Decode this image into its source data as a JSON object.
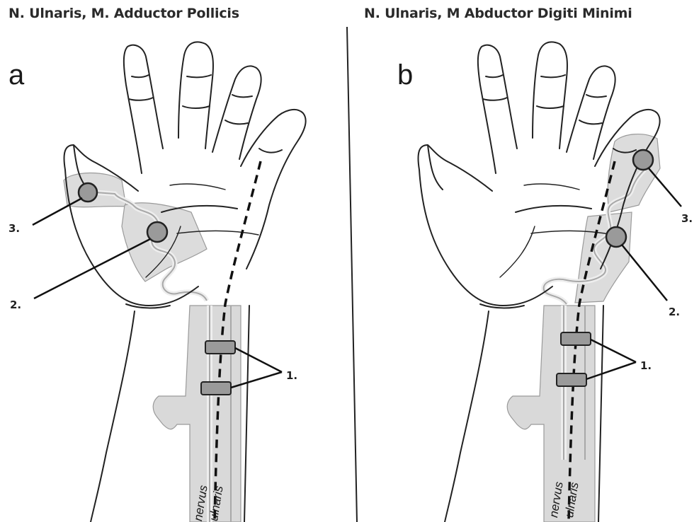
{
  "panels": [
    {
      "letter": "a",
      "title": "N. Ulnaris, M. Adductor Pollicis",
      "labels": {
        "one": "1.",
        "two": "2.",
        "three": "3."
      },
      "nerve": {
        "line1": "nervus",
        "line2": "ulnaris"
      }
    },
    {
      "letter": "b",
      "title": "N. Ulnaris, M Abductor Digiti Minimi",
      "labels": {
        "one": "1.",
        "two": "2.",
        "three": "3."
      },
      "nerve": {
        "line1": "nervus",
        "line2": "ulnaris"
      }
    }
  ]
}
